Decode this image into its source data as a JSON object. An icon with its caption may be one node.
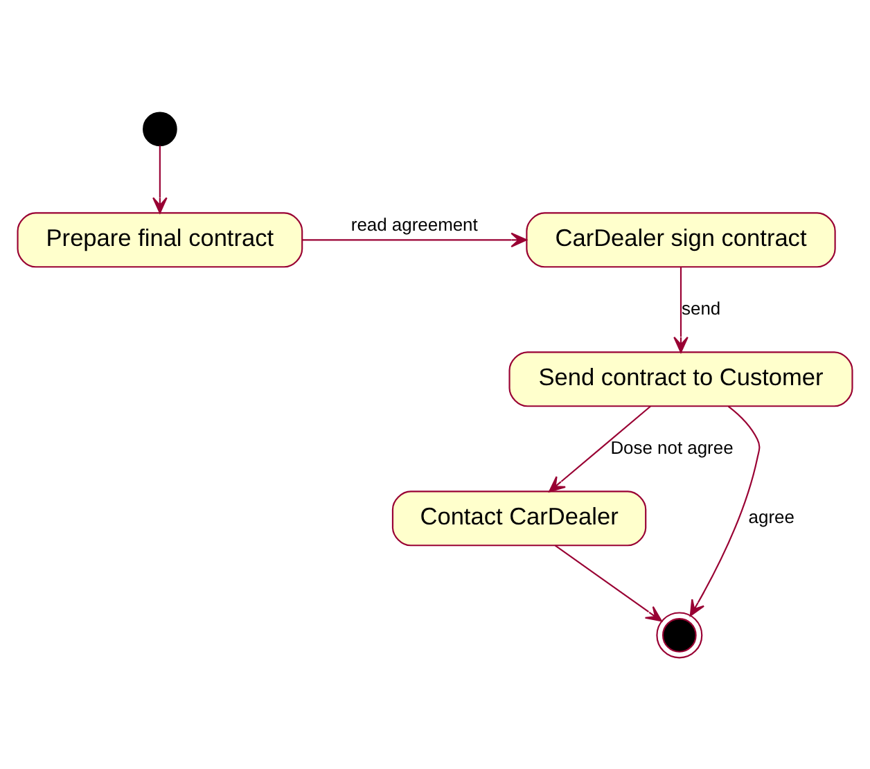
{
  "diagram": {
    "nodes": [
      {
        "text": [],
        "shape": "circle"
      },
      {
        "text": [
          "Prepare final contract"
        ]
      },
      {
        "text": [
          "CarDealer sign contract"
        ]
      },
      {
        "text": [
          "Send contract to Customer"
        ]
      },
      {
        "text": [
          "Contact CarDealer"
        ]
      },
      {
        "text": [],
        "shape": "doublecircle"
      }
    ],
    "edges": [
      {
        "from": 0,
        "to": 1,
        "arrow": "to"
      },
      {
        "from": 1,
        "to": 2,
        "arrow": "to",
        "label": "read agreement"
      },
      {
        "from": 2,
        "to": 3,
        "arrow": "to",
        "label": "send"
      },
      {
        "from": 3,
        "to": 4,
        "arrow": "to",
        "label": "Dose not agree"
      },
      {
        "from": 3,
        "to": 5,
        "arrow": "to",
        "label": "agree"
      },
      {
        "from": 4,
        "to": 5,
        "arrow": "to"
      }
    ]
  }
}
